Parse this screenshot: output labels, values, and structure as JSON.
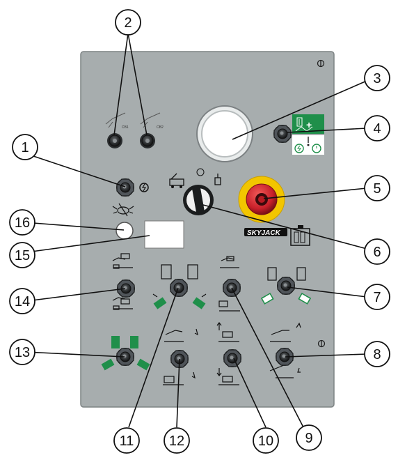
{
  "panel": {
    "brand_logo": "SKYJACK",
    "breaker_labels": [
      "CB1",
      "CB2"
    ]
  },
  "callouts": {
    "c1": "1",
    "c2": "2",
    "c3": "3",
    "c4": "4",
    "c5": "5",
    "c6": "6",
    "c7": "7",
    "c8": "8",
    "c9": "9",
    "c10": "10",
    "c11": "11",
    "c12": "12",
    "c13": "13",
    "c14": "14",
    "c15": "15",
    "c16": "16"
  },
  "colors": {
    "panel": "#a7adae",
    "panel_border": "#7d8384",
    "green_symbol": "#1f8f4a",
    "estop_red": "#c8202a",
    "estop_yellow": "#f2c500",
    "leader_line": "#111111"
  },
  "icons": {
    "breaker": "circuit-breaker-icon",
    "lowering": "emergency-lowering-icon",
    "power": "lightning-power-icon",
    "selector": "platform-base-selector-icon",
    "tilt": "tilt-alarm-light-icon",
    "battery": "battery-icon"
  }
}
